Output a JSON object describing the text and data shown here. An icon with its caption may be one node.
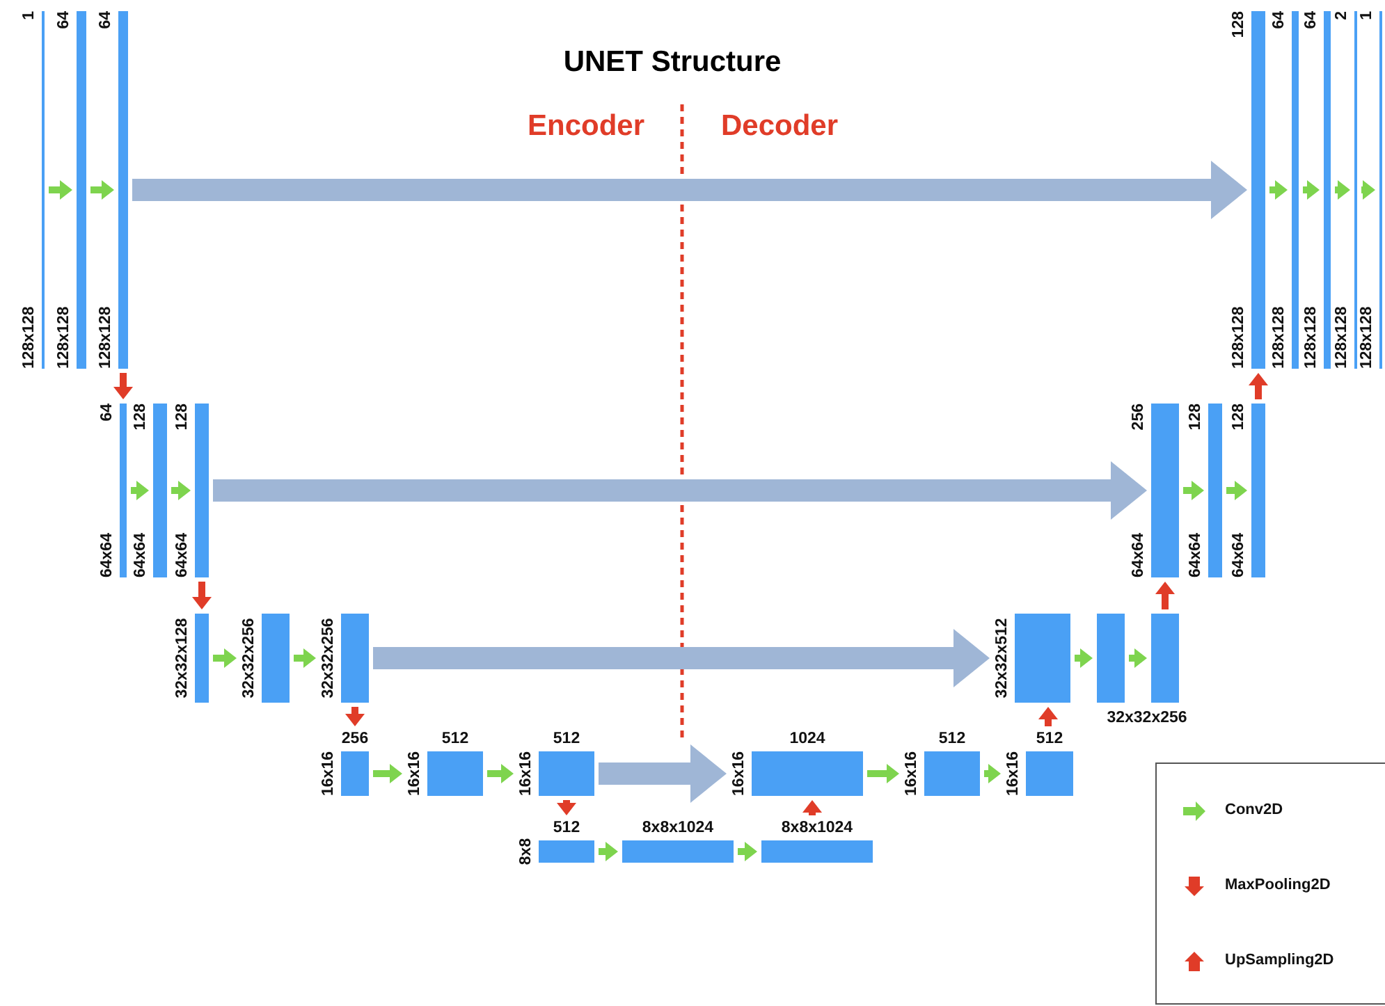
{
  "diagram": {
    "title": "UNET Structure",
    "nodes": [
      {
        "text": [],
        "shape": "bar",
        "beside": [
          "1",
          "128x128"
        ]
      },
      {
        "text": [],
        "shape": "bar",
        "beside": [
          "64",
          "128x128"
        ]
      },
      {
        "text": [],
        "shape": "bar",
        "beside": [
          "64",
          "128x128"
        ]
      },
      {
        "text": [],
        "shape": "bar",
        "beside": [
          "64",
          "64x64"
        ]
      },
      {
        "text": [],
        "shape": "bar",
        "beside": [
          "128",
          "64x64"
        ]
      },
      {
        "text": [],
        "shape": "bar",
        "beside": [
          "128",
          "64x64"
        ]
      },
      {
        "text": [],
        "shape": "bar",
        "beside": [
          "32x32x128"
        ]
      },
      {
        "text": [],
        "shape": "bar",
        "beside": [
          "32x32x256"
        ]
      },
      {
        "text": [],
        "shape": "bar",
        "beside": [
          "32x32x256"
        ]
      },
      {
        "text": [],
        "shape": "bar",
        "beside": [
          "256",
          "16x16"
        ]
      },
      {
        "text": [],
        "shape": "bar",
        "beside": [
          "512",
          "16x16"
        ]
      },
      {
        "text": [],
        "shape": "bar",
        "beside": [
          "512",
          "16x16"
        ]
      },
      {
        "text": [],
        "shape": "bar",
        "beside": [
          "512",
          "8x8"
        ]
      },
      {
        "text": [],
        "shape": "bar",
        "beside": [
          "8x8x1024"
        ]
      },
      {
        "text": [],
        "shape": "bar",
        "beside": [
          "8x8x1024"
        ]
      },
      {
        "text": [],
        "shape": "bar",
        "beside": [
          "1024",
          "16x16"
        ]
      },
      {
        "text": [],
        "shape": "bar",
        "beside": [
          "512",
          "16x16"
        ]
      },
      {
        "text": [],
        "shape": "bar",
        "beside": [
          "512",
          "16x16"
        ]
      },
      {
        "text": [],
        "shape": "bar",
        "beside": [
          "32x32x512"
        ]
      },
      {
        "text": [],
        "shape": "bar"
      },
      {
        "text": [],
        "shape": "bar"
      },
      {
        "text": [],
        "shape": "bar",
        "beside": [
          "256",
          "64x64"
        ]
      },
      {
        "text": [],
        "shape": "bar",
        "beside": [
          "128",
          "64x64"
        ]
      },
      {
        "text": [],
        "shape": "bar",
        "beside": [
          "128",
          "64x64"
        ]
      },
      {
        "text": [],
        "shape": "bar",
        "beside": [
          "128",
          "128x128"
        ]
      },
      {
        "text": [],
        "shape": "bar",
        "beside": [
          "64",
          "128x128"
        ]
      },
      {
        "text": [],
        "shape": "bar",
        "beside": [
          "64",
          "128x128"
        ]
      },
      {
        "text": [],
        "shape": "bar",
        "beside": [
          "2",
          "128x128"
        ]
      },
      {
        "text": [],
        "shape": "bar",
        "beside": [
          "1",
          "128x128"
        ]
      }
    ],
    "edges": [
      {
        "from": 0,
        "to": 1,
        "arrow": "to"
      },
      {
        "from": 1,
        "to": 2,
        "arrow": "to"
      },
      {
        "from": 2,
        "to": 24,
        "arrow": "to",
        "style": "thick",
        "color": "#9fb6d6"
      },
      {
        "from": 2,
        "to": 3,
        "arrow": "to",
        "color": "#e03c28"
      },
      {
        "from": 3,
        "to": 4,
        "arrow": "to"
      },
      {
        "from": 4,
        "to": 5,
        "arrow": "to"
      },
      {
        "from": 5,
        "to": 21,
        "arrow": "to",
        "style": "thick",
        "color": "#9fb6d6"
      },
      {
        "from": 5,
        "to": 6,
        "arrow": "to",
        "color": "#e03c28"
      },
      {
        "from": 6,
        "to": 7,
        "arrow": "to"
      },
      {
        "from": 7,
        "to": 8,
        "arrow": "to"
      },
      {
        "from": 8,
        "to": 18,
        "arrow": "to",
        "style": "thick",
        "color": "#9fb6d6"
      },
      {
        "from": 8,
        "to": 9,
        "arrow": "to",
        "color": "#e03c28"
      },
      {
        "from": 9,
        "to": 10,
        "arrow": "to"
      },
      {
        "from": 10,
        "to": 11,
        "arrow": "to"
      },
      {
        "from": 11,
        "to": 15,
        "arrow": "to",
        "style": "thick",
        "color": "#9fb6d6"
      },
      {
        "from": 11,
        "to": 12,
        "arrow": "to",
        "color": "#e03c28"
      },
      {
        "from": 12,
        "to": 13,
        "arrow": "to"
      },
      {
        "from": 13,
        "to": 14,
        "arrow": "to"
      },
      {
        "from": 14,
        "to": 15,
        "arrow": "to",
        "color": "#e03c28"
      },
      {
        "from": 15,
        "to": 16,
        "arrow": "to"
      },
      {
        "from": 16,
        "to": 17,
        "arrow": "to"
      },
      {
        "from": 17,
        "to": 18,
        "arrow": "to",
        "color": "#e03c28"
      },
      {
        "from": 18,
        "to": 19,
        "arrow": "to"
      },
      {
        "from": 19,
        "to": 20,
        "arrow": "to"
      },
      {
        "from": 20,
        "to": 21,
        "arrow": "to",
        "color": "#e03c28"
      },
      {
        "from": 21,
        "to": 22,
        "arrow": "to"
      },
      {
        "from": 22,
        "to": 23,
        "arrow": "to"
      },
      {
        "from": 23,
        "to": 24,
        "arrow": "to",
        "color": "#e03c28"
      },
      {
        "from": 24,
        "to": 25,
        "arrow": "to"
      },
      {
        "from": 25,
        "to": 26,
        "arrow": "to"
      },
      {
        "from": 26,
        "to": 27,
        "arrow": "to"
      },
      {
        "from": 27,
        "to": 28,
        "arrow": "to"
      }
    ],
    "labels": [
      "Encoder",
      "Decoder",
      "32x32x256"
    ],
    "legend": [
      {
        "text": "Conv2D"
      },
      {
        "text": "MaxPooling2D"
      },
      {
        "text": "UpSampling2D"
      }
    ]
  }
}
